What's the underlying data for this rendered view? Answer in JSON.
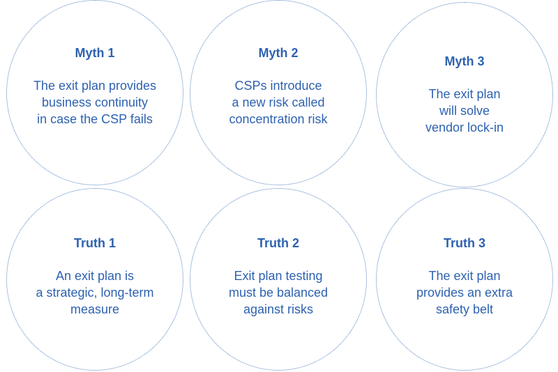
{
  "myths": [
    {
      "title": "Myth 1",
      "text": "The exit plan provides\nbusiness continuity\nin case the CSP fails"
    },
    {
      "title": "Myth 2",
      "text": "CSPs introduce\na new risk called\nconcentration risk"
    },
    {
      "title": "Myth 3",
      "text": "The exit plan\nwill solve\nvendor lock-in"
    }
  ],
  "truths": [
    {
      "title": "Truth 1",
      "text": "An exit plan is\na strategic, long-term\nmeasure"
    },
    {
      "title": "Truth 2",
      "text": "Exit plan testing\nmust be balanced\nagainst risks"
    },
    {
      "title": "Truth 3",
      "text": "The exit plan\nprovides an extra\nsafety belt"
    }
  ],
  "colors": {
    "text": "#2e62b0",
    "border": "#4f7fbf"
  }
}
